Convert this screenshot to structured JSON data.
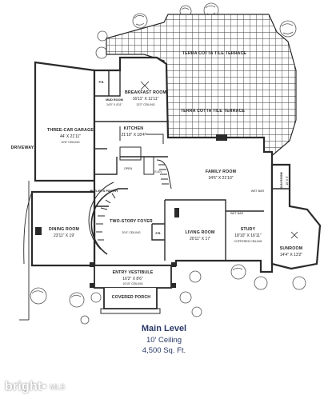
{
  "plan": {
    "rooms": [
      {
        "id": "terrace-top",
        "name": "TERRA COTTA TILE TERRACE",
        "dim": "",
        "note": ""
      },
      {
        "id": "terrace-mid",
        "name": "TERRA COTTA TILE TERRACE",
        "dim": "",
        "note": ""
      },
      {
        "id": "breakfast",
        "name": "BREAKFAST ROOM",
        "dim": "16'11\" X 11'11\"",
        "note": "13'2\" CEILING"
      },
      {
        "id": "mud",
        "name": "MUD ROOM",
        "dim": "14'0\" X 8'11\"",
        "note": ""
      },
      {
        "id": "pr-top",
        "name": "P.R.",
        "dim": "",
        "note": ""
      },
      {
        "id": "garage",
        "name": "THREE-CAR GARAGE",
        "dim": "44' X 21'11\"",
        "note": "10'6\" CEILING"
      },
      {
        "id": "driveway",
        "name": "DRIVEWAY",
        "dim": "",
        "note": ""
      },
      {
        "id": "kitchen",
        "name": "KITCHEN",
        "dim": "21'10\" X 18'4\"",
        "note": ""
      },
      {
        "id": "family",
        "name": "FAMILY ROOM",
        "dim": "34'6\" X 21'10\"",
        "note": ""
      },
      {
        "id": "butlers",
        "name": "BUTLER'S PANTRY",
        "dim": "",
        "note": ""
      },
      {
        "id": "dining",
        "name": "DINING ROOM",
        "dim": "23'11\" X 19'",
        "note": ""
      },
      {
        "id": "foyer",
        "name": "TWO-STORY FOYER",
        "dim": "",
        "note": "20'4\" CEILING"
      },
      {
        "id": "living",
        "name": "LIVING ROOM",
        "dim": "20'11\" X 17'",
        "note": ""
      },
      {
        "id": "study",
        "name": "STUDY",
        "dim": "18'10\" X 16'11\"",
        "note": "COFFERED CEILING"
      },
      {
        "id": "sunroom",
        "name": "SUNROOM",
        "dim": "14'4\" X 13'2\"",
        "note": ""
      },
      {
        "id": "gun",
        "name": "GUN ROOM",
        "dim": "10' X 5'",
        "note": ""
      },
      {
        "id": "pr-foyer",
        "name": "P.R.",
        "dim": "",
        "note": ""
      },
      {
        "id": "vestibule",
        "name": "ENTRY VESTIBULE",
        "dim": "16'2\" X 8'6\"",
        "note": "10'10\" CEILING"
      },
      {
        "id": "porch",
        "name": "COVERED PORCH",
        "dim": "",
        "note": ""
      }
    ],
    "fixtures": {
      "wet_bar_1": "WET BAR",
      "wet_bar_2": "WET BAR",
      "elev": "ELEV",
      "open_to_below": "OPEN"
    }
  },
  "caption": {
    "title": "Main Level",
    "ceiling": "10' Ceiling",
    "area": "4,500 Sq. Ft."
  },
  "watermark": {
    "brand": "bright",
    "suffix": "MLS"
  },
  "colors": {
    "wall": "#2a2a2a",
    "label": "#222222",
    "caption": "#2b3a67",
    "tree": "#555555"
  }
}
